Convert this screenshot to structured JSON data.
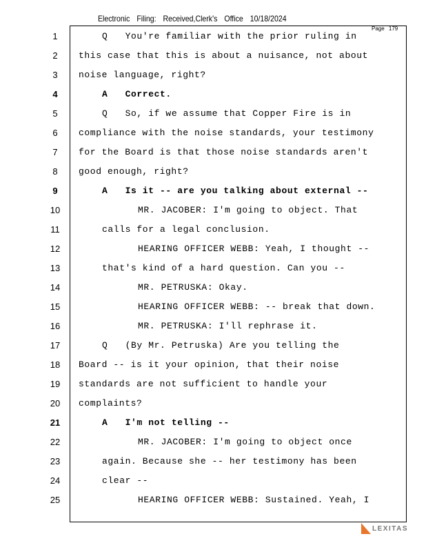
{
  "header": "Electronic Filing: Received,Clerk's Office 10/18/2024",
  "page_label": "Page 179",
  "logo": "LEXITAS",
  "lines": [
    {
      "n": "1",
      "t": "Q   You're familiar with the prior ruling in",
      "ind": 1,
      "b": false
    },
    {
      "n": "2",
      "t": "this case that this is about a nuisance, not about",
      "ind": 0,
      "b": false
    },
    {
      "n": "3",
      "t": "noise language, right?",
      "ind": 0,
      "b": false
    },
    {
      "n": "4",
      "t": "A   Correct.",
      "ind": 1,
      "b": true
    },
    {
      "n": "5",
      "t": "Q   So, if we assume that Copper Fire is in",
      "ind": 1,
      "b": false
    },
    {
      "n": "6",
      "t": "compliance with the noise standards, your testimony",
      "ind": 0,
      "b": false
    },
    {
      "n": "7",
      "t": "for the Board is that those noise standards aren't",
      "ind": 0,
      "b": false
    },
    {
      "n": "8",
      "t": "good enough, right?",
      "ind": 0,
      "b": false
    },
    {
      "n": "9",
      "t": "A   Is it -- are you talking about external --",
      "ind": 1,
      "b": true
    },
    {
      "n": "10",
      "t": "MR. JACOBER: I'm going to object. That",
      "ind": 2,
      "b": false
    },
    {
      "n": "11",
      "t": "calls for a legal conclusion.",
      "ind": 1,
      "b": false
    },
    {
      "n": "12",
      "t": "HEARING OFFICER WEBB: Yeah, I thought --",
      "ind": 2,
      "b": false
    },
    {
      "n": "13",
      "t": "that's kind of a hard question. Can you --",
      "ind": 1,
      "b": false
    },
    {
      "n": "14",
      "t": "MR. PETRUSKA: Okay.",
      "ind": 2,
      "b": false
    },
    {
      "n": "15",
      "t": "HEARING OFFICER WEBB: -- break that down.",
      "ind": 2,
      "b": false
    },
    {
      "n": "16",
      "t": "MR. PETRUSKA: I'll rephrase it.",
      "ind": 2,
      "b": false
    },
    {
      "n": "17",
      "t": "Q   (By Mr. Petruska) Are you telling the",
      "ind": 1,
      "b": false
    },
    {
      "n": "18",
      "t": "Board -- is it your opinion, that their noise",
      "ind": 0,
      "b": false
    },
    {
      "n": "19",
      "t": "standards are not sufficient to handle your",
      "ind": 0,
      "b": false
    },
    {
      "n": "20",
      "t": "complaints?",
      "ind": 0,
      "b": false
    },
    {
      "n": "21",
      "t": "A   I'm not telling --",
      "ind": 1,
      "b": true
    },
    {
      "n": "22",
      "t": "MR. JACOBER: I'm going to object once",
      "ind": 2,
      "b": false
    },
    {
      "n": "23",
      "t": "again. Because she -- her testimony has been",
      "ind": 1,
      "b": false
    },
    {
      "n": "24",
      "t": "clear --",
      "ind": 1,
      "b": false
    },
    {
      "n": "25",
      "t": "HEARING OFFICER WEBB: Sustained. Yeah, I",
      "ind": 2,
      "b": false
    }
  ]
}
